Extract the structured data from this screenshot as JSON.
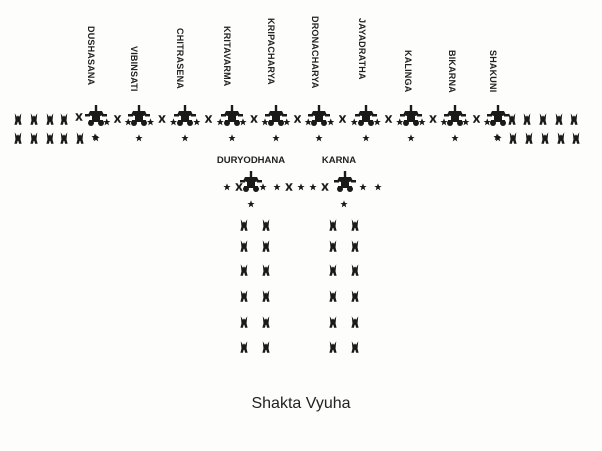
{
  "caption": "Shakta Vyuha",
  "front_commanders": [
    "DUSHASANA",
    "VIBINSATI",
    "CHITRASENA",
    "KRITAVARMA",
    "KRIPACHARYA",
    "DRONACHARYA",
    "JAYADRATHA",
    "KALINGA",
    "BIKARNA",
    "SHAKUNI"
  ],
  "rear_commanders": [
    "DURYODHANA",
    "KARNA"
  ],
  "icons": {
    "chariot": "chariot-icon",
    "elephant": "elephant-icon",
    "horse": "horse-icon",
    "foot_soldier": "foot-soldier-icon"
  },
  "colors": {
    "ink": "#1a1a1a",
    "background": "#fdfdfc"
  }
}
